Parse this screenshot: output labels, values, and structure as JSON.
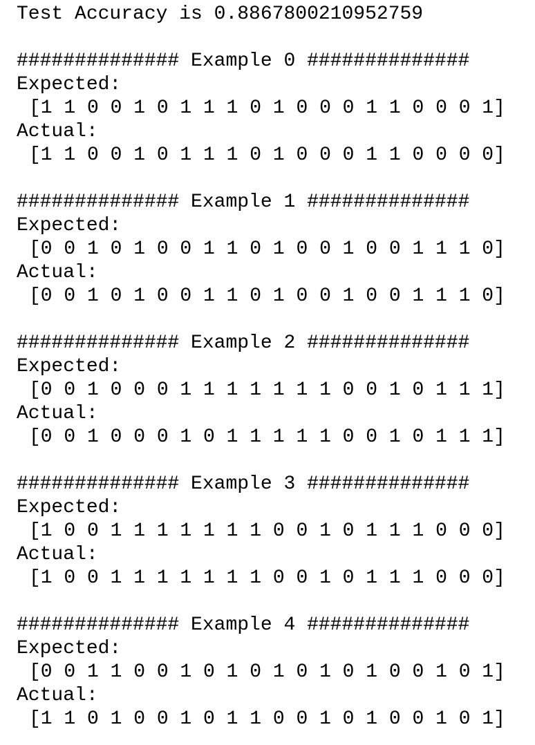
{
  "output": {
    "accuracy_line": "Test Accuracy is 0.8867800210952759",
    "examples": [
      {
        "header": "############## Example 0 ##############",
        "expected_label": "Expected:",
        "expected": "[1 1 0 0 1 0 1 1 1 0 1 0 0 0 1 1 0 0 0 1]",
        "actual_label": "Actual:",
        "actual": "[1 1 0 0 1 0 1 1 1 0 1 0 0 0 1 1 0 0 0 0]"
      },
      {
        "header": "############## Example 1 ##############",
        "expected_label": "Expected:",
        "expected": "[0 0 1 0 1 0 0 1 1 0 1 0 0 1 0 0 1 1 1 0]",
        "actual_label": "Actual:",
        "actual": "[0 0 1 0 1 0 0 1 1 0 1 0 0 1 0 0 1 1 1 0]"
      },
      {
        "header": "############## Example 2 ##############",
        "expected_label": "Expected:",
        "expected": "[0 0 1 0 0 0 1 1 1 1 1 1 1 0 0 1 0 1 1 1]",
        "actual_label": "Actual:",
        "actual": "[0 0 1 0 0 0 1 0 1 1 1 1 1 0 0 1 0 1 1 1]"
      },
      {
        "header": "############## Example 3 ##############",
        "expected_label": "Expected:",
        "expected": "[1 0 0 1 1 1 1 1 1 1 0 0 1 0 1 1 1 0 0 0]",
        "actual_label": "Actual:",
        "actual": "[1 0 0 1 1 1 1 1 1 1 0 0 1 0 1 1 1 0 0 0]"
      },
      {
        "header": "############## Example 4 ##############",
        "expected_label": "Expected:",
        "expected": "[0 0 1 1 0 0 1 0 1 0 1 0 1 0 1 0 0 1 0 1]",
        "actual_label": "Actual:",
        "actual": "[1 1 0 1 0 0 1 0 1 1 0 0 1 0 1 0 0 1 0 1]"
      }
    ]
  }
}
